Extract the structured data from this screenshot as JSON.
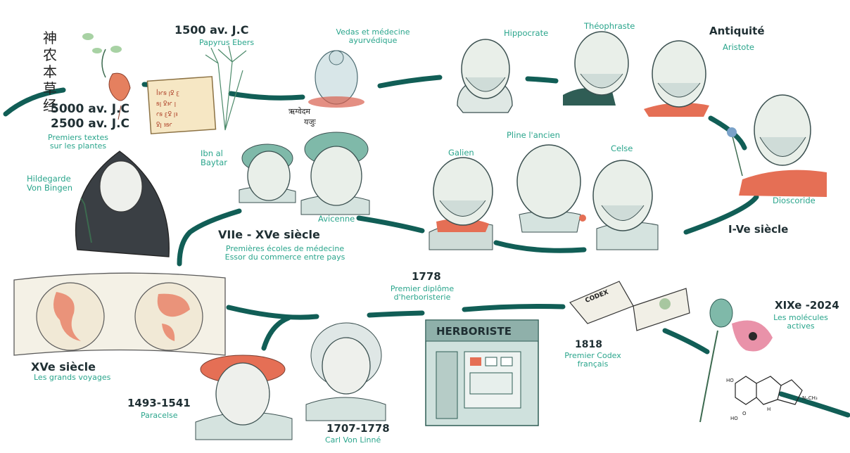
{
  "colors": {
    "line": "#115e56",
    "accent_text": "#2aa58c",
    "dark_text": "#1f2f33",
    "skin": "#e9efe9",
    "robe_red": "#e56f55",
    "stone": "#d5e3df"
  },
  "eras": {
    "e5000": "5000 av. J.C",
    "e2500": "2500 av. J.C",
    "e2500_sub": [
      "Premiers textes",
      "sur les plantes"
    ],
    "e1500": "1500 av. J.C",
    "e1500_sub": "Papyrus Ebers",
    "vedas": [
      "Vedas et médecine",
      "ayurvédique"
    ],
    "antiquite": "Antiquité",
    "i_ve": "I-Ve siècle",
    "vii_xv": "VIIe - XVe siècle",
    "vii_xv_sub": [
      "Premières écoles de médecine",
      "Essor du commerce entre pays"
    ],
    "xv": "XVe siècle",
    "xv_sub": "Les grands voyages",
    "p1493": "1493-1541",
    "p1493_sub": "Paracelse",
    "p1707": "1707-1778",
    "p1707_sub": "Carl Von Linné",
    "y1778": "1778",
    "y1778_sub": [
      "Premier diplôme",
      "d'herboristerie"
    ],
    "y1818": "1818",
    "y1818_sub": [
      "Premier Codex",
      "français"
    ],
    "xix": "XIXe -2024",
    "xix_sub": [
      "Les molécules",
      "actives"
    ]
  },
  "people": {
    "hippocrate": "Hippocrate",
    "theophraste": "Théophraste",
    "aristote": "Aristote",
    "dioscoride": "Dioscoride",
    "galien": "Galien",
    "pline": "Pline l'ancien",
    "celse": "Celse",
    "ibn_baytar": [
      "Ibn al",
      "Baytar"
    ],
    "avicenne": "Avicenne",
    "hildegarde": [
      "Hildegarde",
      "Von Bingen"
    ]
  },
  "illustrations": {
    "cjk_text": "神农本草经",
    "sanskrit_text": [
      "ऋग्वेदम",
      "यजुः"
    ],
    "shop_sign": "HERBORISTE",
    "codex_label": "CODEX",
    "papyrus_lines": [
      "ꟾꜣꜥꞩ ꞁꝿ ꜫ",
      "ꞩꞁ ꝿꜣꜥ ꞁ",
      "ꜥꞩ ꜫꝿ ꞁꜣ",
      "ꝿꞁ ꜣꞩꜥ"
    ],
    "molecule_atoms": [
      "HO",
      "O",
      "H",
      "HO",
      "N–CH₃"
    ]
  }
}
